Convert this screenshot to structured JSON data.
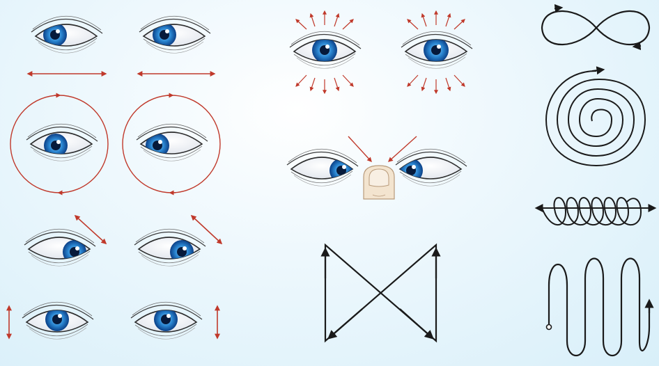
{
  "colors": {
    "background_light": "#ffffff",
    "background_tint": "#d8eff9",
    "arrow_red": "#c0392b",
    "path_black": "#1a1a1a",
    "iris_blue": "#2a86d1",
    "iris_dark": "#0b3f86",
    "skin": "#f3e4cf",
    "thumb_nail": "#f8efe3"
  },
  "panels": [
    {
      "name": "look-left-right",
      "icons": [
        "left-right-arrow-icon"
      ]
    },
    {
      "name": "circular-eye-rotation",
      "icons": [
        "circle-arrow-icon"
      ]
    },
    {
      "name": "diagonal-look",
      "icons": [
        "diagonal-arrow-icon"
      ]
    },
    {
      "name": "look-up-down",
      "icons": [
        "vertical-arrow-icon"
      ]
    },
    {
      "name": "eye-squeeze-widen",
      "icons": [
        "radiating-arrows-icon"
      ]
    },
    {
      "name": "focus-on-thumb",
      "icons": [
        "thumb-icon"
      ]
    },
    {
      "name": "figure-eight-trace",
      "icons": [
        "infinity-path-icon"
      ]
    },
    {
      "name": "spiral-trace",
      "icons": [
        "spiral-path-icon"
      ]
    },
    {
      "name": "loop-trace",
      "icons": [
        "coil-path-icon"
      ]
    },
    {
      "name": "bowtie-trace",
      "icons": [
        "bowtie-path-icon"
      ]
    },
    {
      "name": "zigzag-trace",
      "icons": [
        "wave-path-icon"
      ]
    }
  ]
}
